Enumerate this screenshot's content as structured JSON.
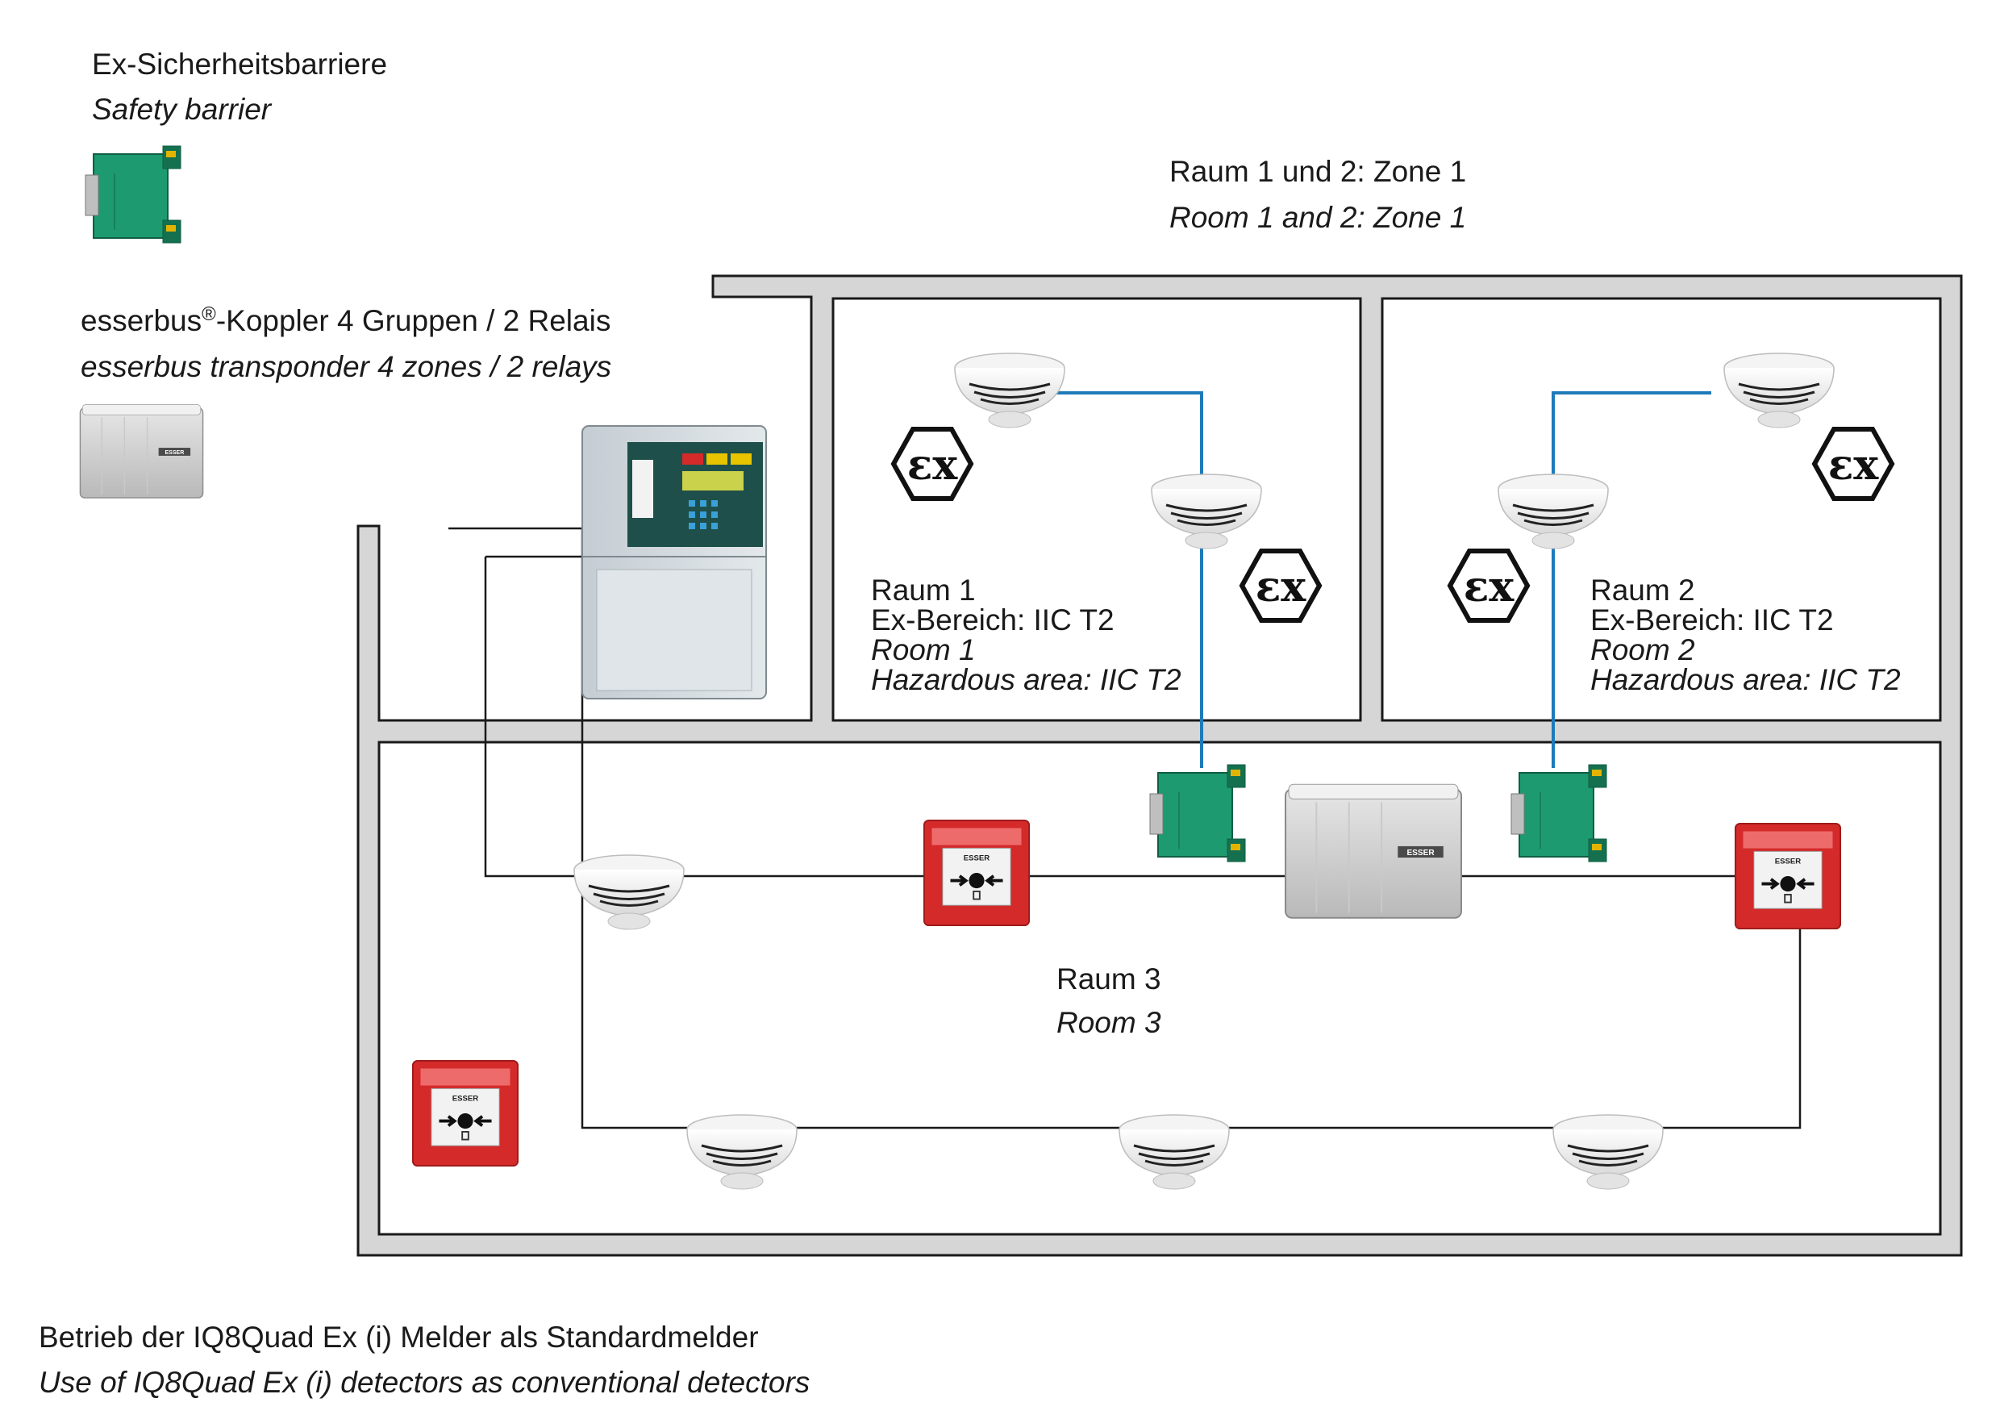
{
  "legend": {
    "barrier_de": "Ex-Sicherheitsbarriere",
    "barrier_en": "Safety barrier",
    "transponder_de_prefix": "esserbus",
    "transponder_de_reg": "®",
    "transponder_de_suffix": "-Koppler 4 Gruppen / 2 Relais",
    "transponder_en": "esserbus transponder 4 zones / 2 relays"
  },
  "zone_header": {
    "de": "Raum 1 und 2: Zone 1",
    "en": "Room 1 and 2: Zone 1"
  },
  "room1": {
    "title_de": "Raum 1",
    "area_de": "Ex-Bereich: IIC T2",
    "title_en": "Room 1",
    "area_en": "Hazardous area: IIC T2"
  },
  "room2": {
    "title_de": "Raum 2",
    "area_de": "Ex-Bereich: IIC T2",
    "title_en": "Room 2",
    "area_en": "Hazardous area: IIC T2"
  },
  "room3": {
    "title_de": "Raum 3",
    "title_en": "Room 3"
  },
  "device_labels": {
    "brand": "ESSER",
    "ex_mark": "εx"
  },
  "caption": {
    "de": "Betrieb der IQ8Quad Ex (i) Melder als Standardmelder",
    "en": "Use of IQ8Quad Ex (i) detectors as conventional detectors"
  },
  "colors": {
    "ex_wire": "#1f7ab8",
    "barrier_green": "#1e9a70",
    "call_point_red": "#d42a2a",
    "wall_gray": "#d6d6d6"
  }
}
